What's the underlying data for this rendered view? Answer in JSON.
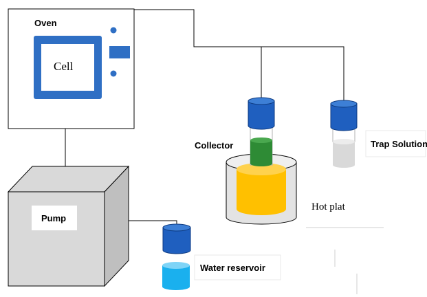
{
  "labels": {
    "oven": "Oven",
    "cell": "Cell",
    "pump": "Pump",
    "collector": "Collector",
    "trap_solution": "Trap Solution",
    "hot_plate": "Hot plat",
    "water_reservoir": "Water reservoir"
  },
  "colors": {
    "line": "#000000",
    "panel_blue": "#2f6fc4",
    "cap_blue": "#1f5fbf",
    "green": "#2e8b35",
    "yellow": "#ffc000",
    "light_gray": "#d9d9d9",
    "cyan": "#1ab0ee"
  }
}
